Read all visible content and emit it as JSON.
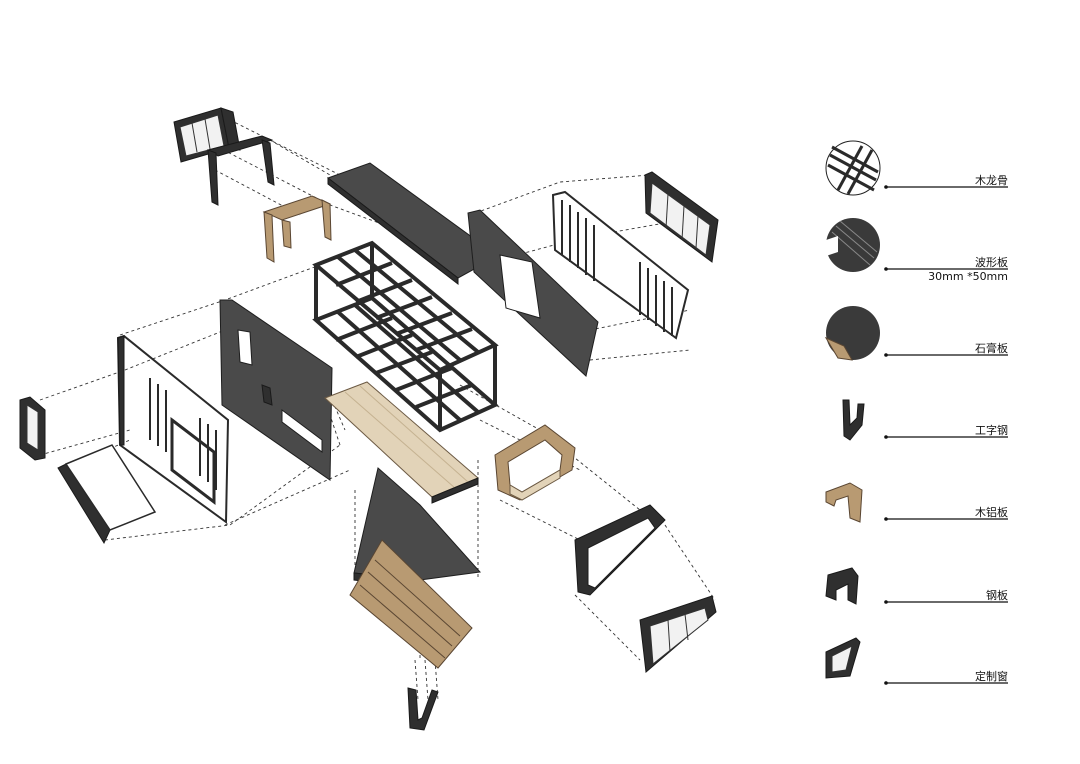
{
  "legend": {
    "items": [
      {
        "label": "木龙骨",
        "sub": ""
      },
      {
        "label": "波形板",
        "sub": "30mm *50mm"
      },
      {
        "label": "石膏板",
        "sub": ""
      },
      {
        "label": "工字钢",
        "sub": ""
      },
      {
        "label": "木铝板",
        "sub": ""
      },
      {
        "label": "钢板",
        "sub": ""
      },
      {
        "label": "定制窗",
        "sub": ""
      }
    ]
  },
  "colors": {
    "steel": "#4a4a4a",
    "steel_dark": "#2f2f2f",
    "wood": "#b89a72",
    "wood_light": "#e2d3b8"
  },
  "icons": [
    "timber-keel-icon",
    "corrugated-panel-icon",
    "gypsum-board-icon",
    "i-beam-icon",
    "wood-aluminum-panel-icon",
    "steel-plate-icon",
    "custom-window-icon"
  ]
}
